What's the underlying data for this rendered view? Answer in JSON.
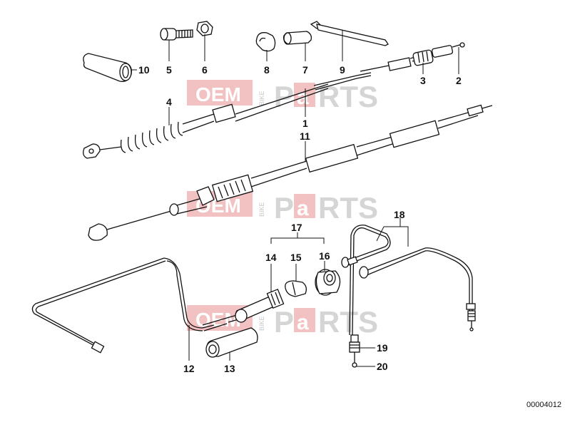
{
  "diagram_code": "00004012",
  "callouts": [
    "1",
    "2",
    "3",
    "4",
    "5",
    "6",
    "7",
    "8",
    "9",
    "10",
    "11",
    "12",
    "13",
    "14",
    "15",
    "16",
    "17",
    "18",
    "19",
    "20"
  ],
  "watermark": {
    "oem": "OEM",
    "bike": "BIKE",
    "p": "P",
    "a": "a",
    "rts": "RTS"
  },
  "colors": {
    "line": "#111111",
    "watermark_red": "#e88e8e",
    "watermark_gray": "#c8c8c8"
  }
}
